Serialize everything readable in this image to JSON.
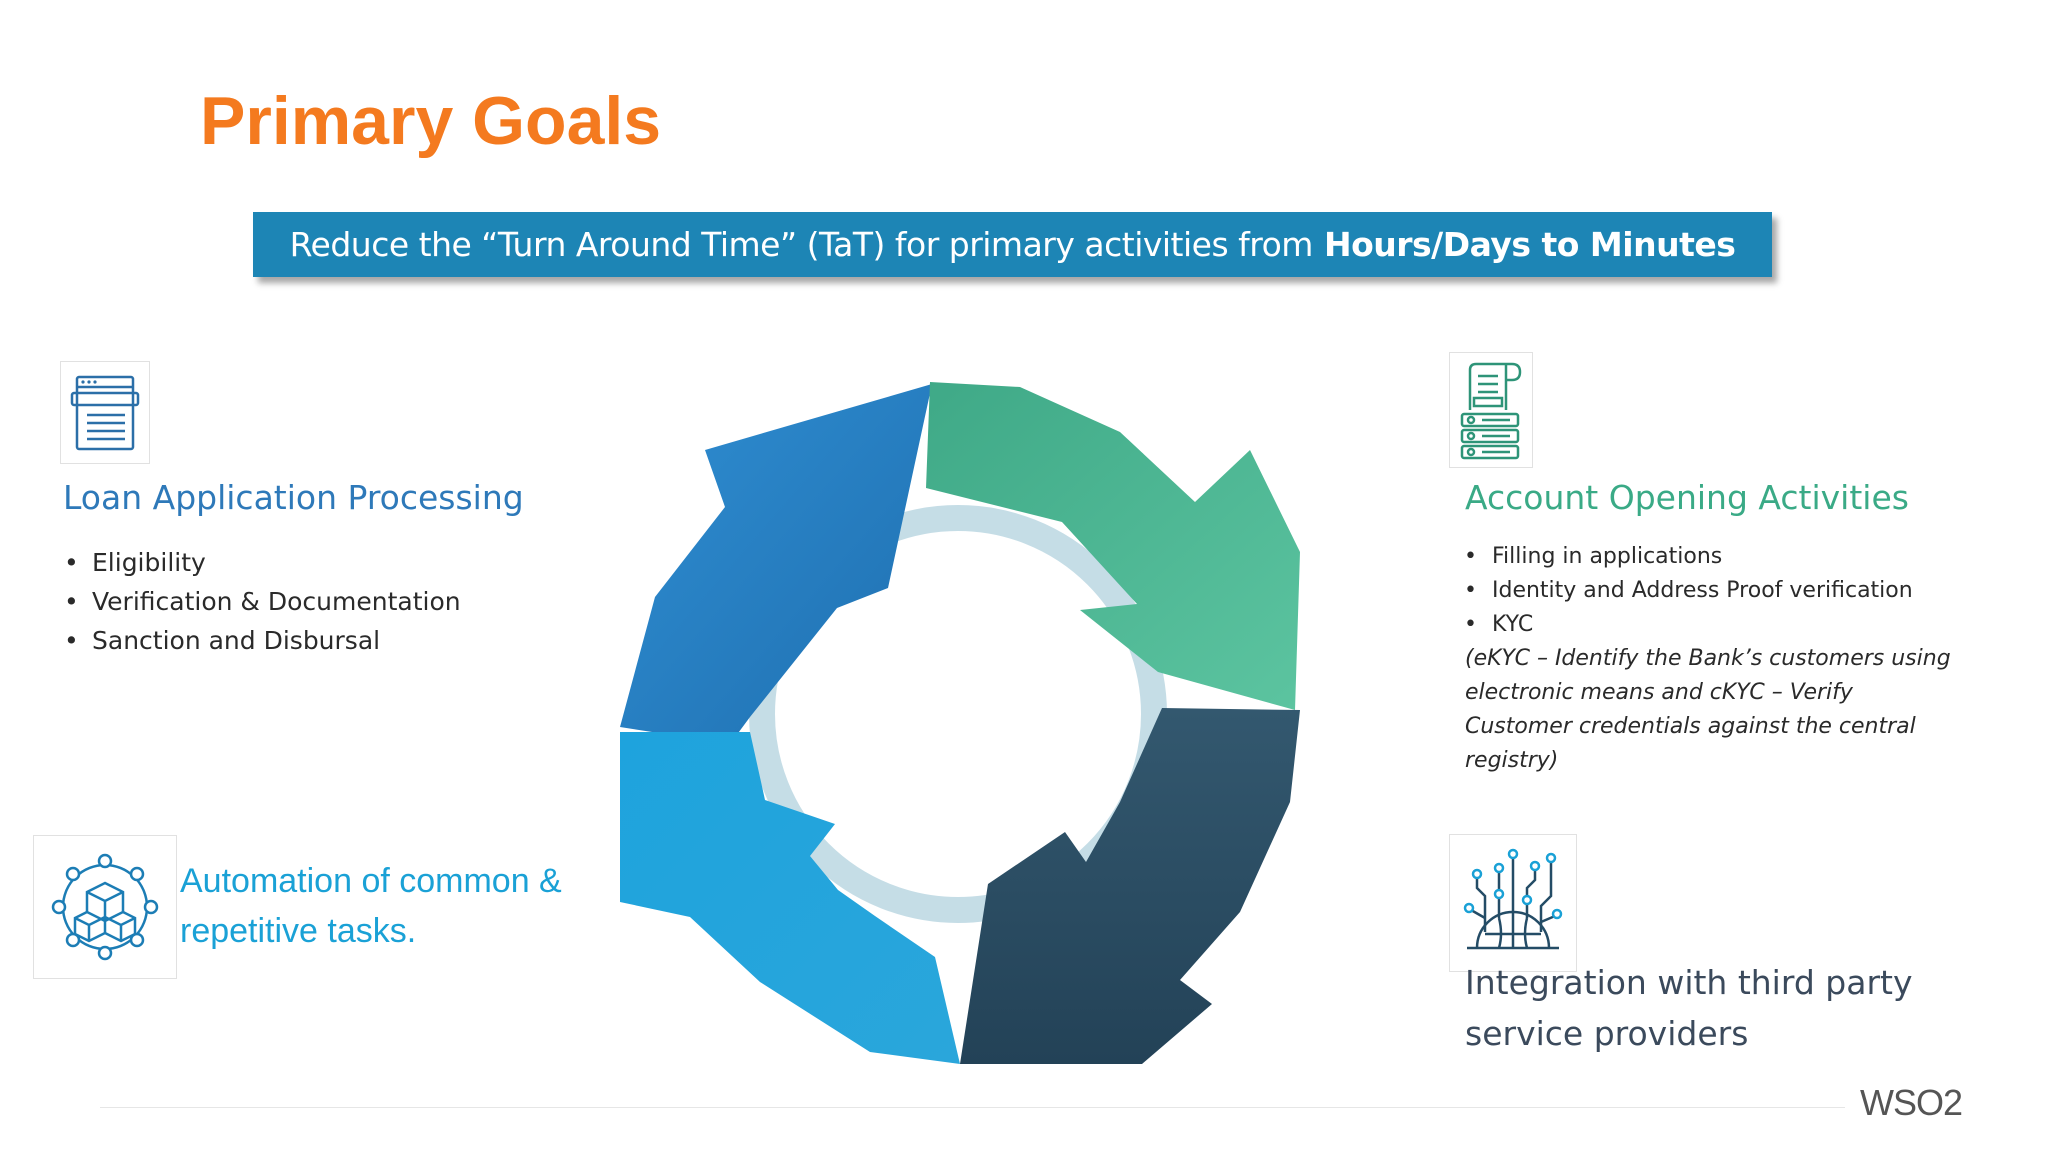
{
  "title": "Primary Goals",
  "banner": {
    "text": "Reduce the “Turn Around Time” (TaT) for primary activities from",
    "bold": "Hours/Days to Minutes"
  },
  "loan": {
    "icon": "document-form-icon",
    "title": "Loan Application Processing",
    "items": [
      "Eligibility",
      "Verification & Documentation",
      "Sanction and Disbursal"
    ]
  },
  "account": {
    "icon": "scroll-stack-icon",
    "title": "Account Opening Activities",
    "items": [
      "Filling in applications",
      "Identity and Address Proof verification",
      "KYC"
    ],
    "note": "(eKYC – Identify the Bank’s customers using electronic means and cKYC – Verify Customer credentials against the central registry)"
  },
  "automation": {
    "icon": "cube-network-icon",
    "text": "Automation of common & repetitive tasks."
  },
  "integration": {
    "icon": "globe-circuit-icon",
    "text": "Integration with third party service providers"
  },
  "logo": {
    "text": "WSO2"
  },
  "colors": {
    "title": "#f47a1f",
    "banner": "#1d85b5",
    "loan_title": "#2e79b9",
    "account_title": "#3aaa86",
    "automation_text": "#1aa1d6",
    "integration_text": "#3b4a5c",
    "cycle_blue": "#2a7fc6",
    "cycle_green": "#45b08e",
    "cycle_navy": "#2e4f6a",
    "cycle_light_blue": "#22a6dc"
  }
}
